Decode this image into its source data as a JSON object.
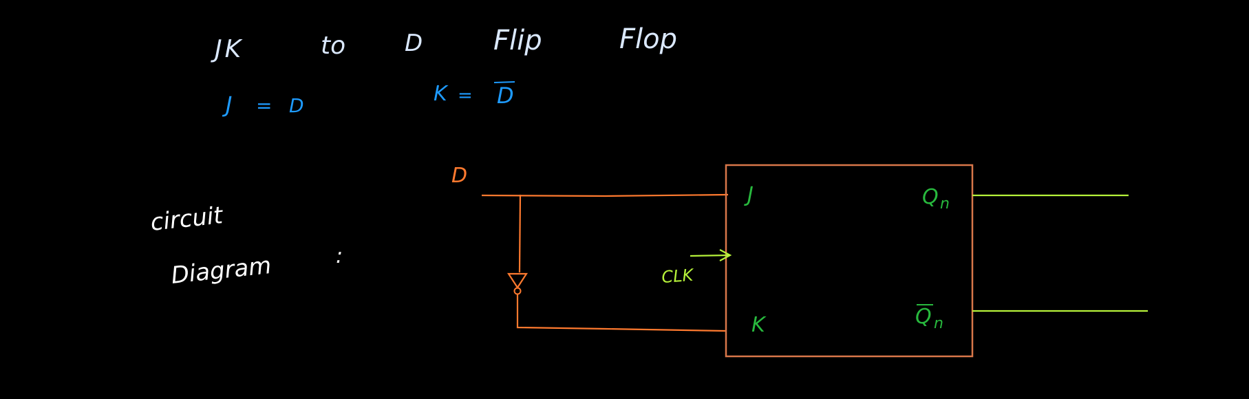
{
  "title": {
    "word1": "JK",
    "word2": "to",
    "word3": "D",
    "word4": "Flip",
    "word5": "Flop"
  },
  "equations": {
    "j_left": "J",
    "j_eq": "=",
    "j_right": "D",
    "k_left": "K",
    "k_eq": "=",
    "k_right": "D"
  },
  "side_label": {
    "line1": "circuit",
    "line2": "Diagram",
    "colon": ":"
  },
  "circuit": {
    "input_label": "D",
    "clk_label": "CLK",
    "pin_j": "J",
    "pin_k": "K",
    "pin_q": "Q",
    "pin_q_sub": "n",
    "pin_qbar": "Q",
    "pin_qbar_sub": "n"
  },
  "colors": {
    "background": "#000000",
    "title_text": "#dbe9ff",
    "equation_text": "#1e9bff",
    "side_text": "#ffffff",
    "wire_orange": "#ff7a2f",
    "box_border": "#d9774a",
    "pin_green": "#28b93e",
    "output_yellow": "#b6f23a"
  }
}
